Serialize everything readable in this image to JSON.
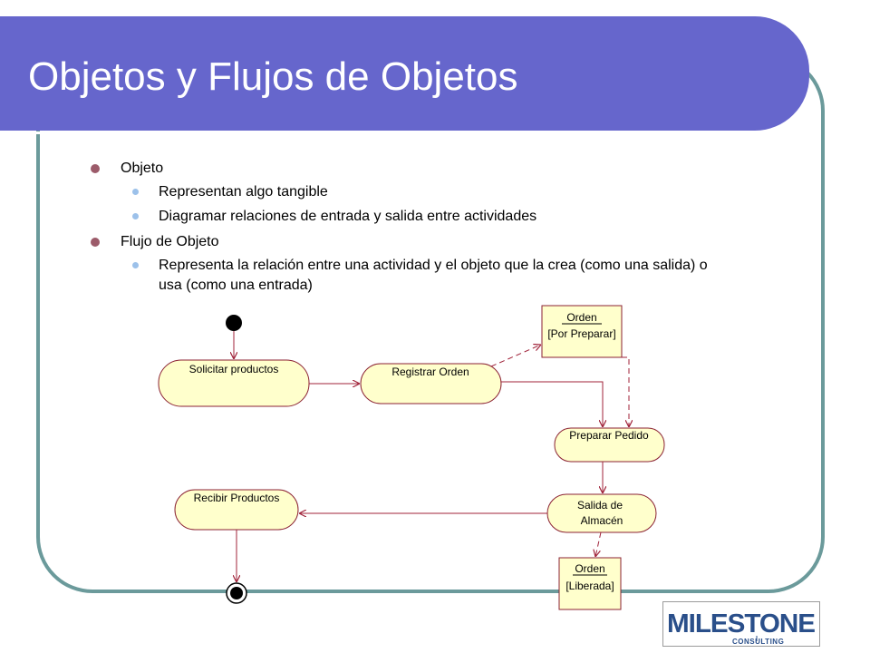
{
  "slide": {
    "title": "Objetos y Flujos de Objetos"
  },
  "bullets": [
    {
      "text": "Objeto"
    },
    {
      "text": "Representan algo tangible"
    },
    {
      "text": "Diagramar relaciones de entrada y salida entre actividades"
    },
    {
      "text": "Flujo de Objeto"
    },
    {
      "text": "Representa la relación entre una actividad y el objeto que la crea (como una salida) o"
    },
    {
      "text": "usa (como una entrada)"
    }
  ],
  "diagram": {
    "activities": {
      "solicitar": "Solicitar productos",
      "registrar": "Registrar Orden",
      "preparar": "Preparar Pedido",
      "salida_line1": "Salida de",
      "salida_line2": "Almacén",
      "recibir": "Recibir Productos"
    },
    "objects": {
      "orden1_name": "Orden",
      "orden1_state": "[Por Preparar]",
      "orden2_name": "Orden",
      "orden2_state": "[Liberada]"
    }
  },
  "logo": {
    "text": "MILESTONE",
    "subtext": "CONSULTING"
  },
  "colors": {
    "title_band": "#6666cc",
    "frame_border": "#6b9a9b",
    "bullet_l1": "#9c5b6a",
    "bullet_l2": "#9cc1ea",
    "activity_fill": "#ffffcc",
    "logo_blue": "#2a4f8a"
  }
}
